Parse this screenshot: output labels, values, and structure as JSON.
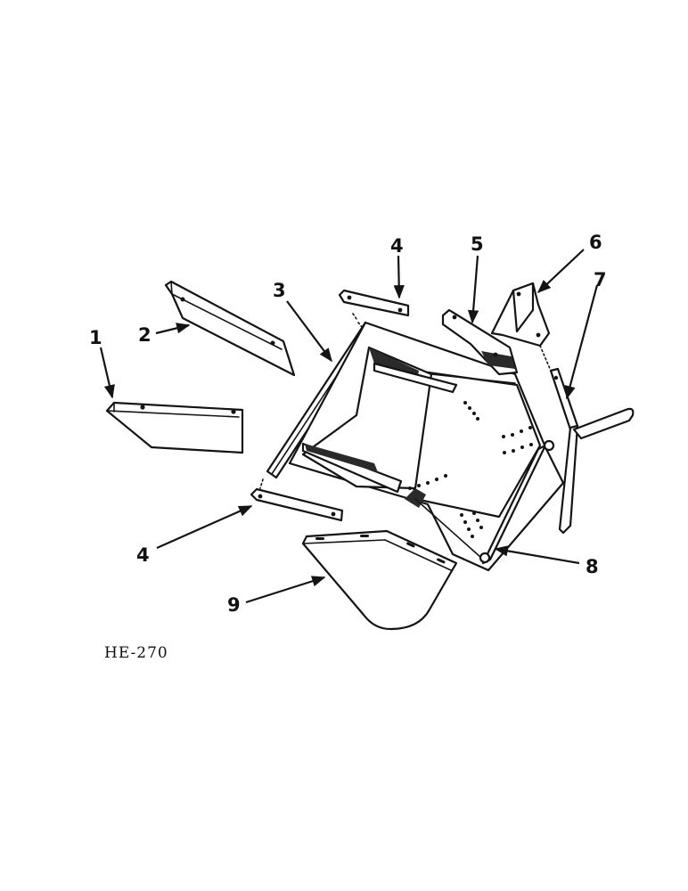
{
  "callouts": [
    {
      "id": "c1",
      "label": "1"
    },
    {
      "id": "c2",
      "label": "2"
    },
    {
      "id": "c3",
      "label": "3"
    },
    {
      "id": "c4a",
      "label": "4"
    },
    {
      "id": "c4b",
      "label": "4"
    },
    {
      "id": "c5",
      "label": "5"
    },
    {
      "id": "c6",
      "label": "6"
    },
    {
      "id": "c7",
      "label": "7"
    },
    {
      "id": "c8",
      "label": "8"
    },
    {
      "id": "c9",
      "label": "9"
    }
  ],
  "figure_code": "HE-270",
  "colors": {
    "ink": "#141414",
    "paper": "#ffffff"
  }
}
